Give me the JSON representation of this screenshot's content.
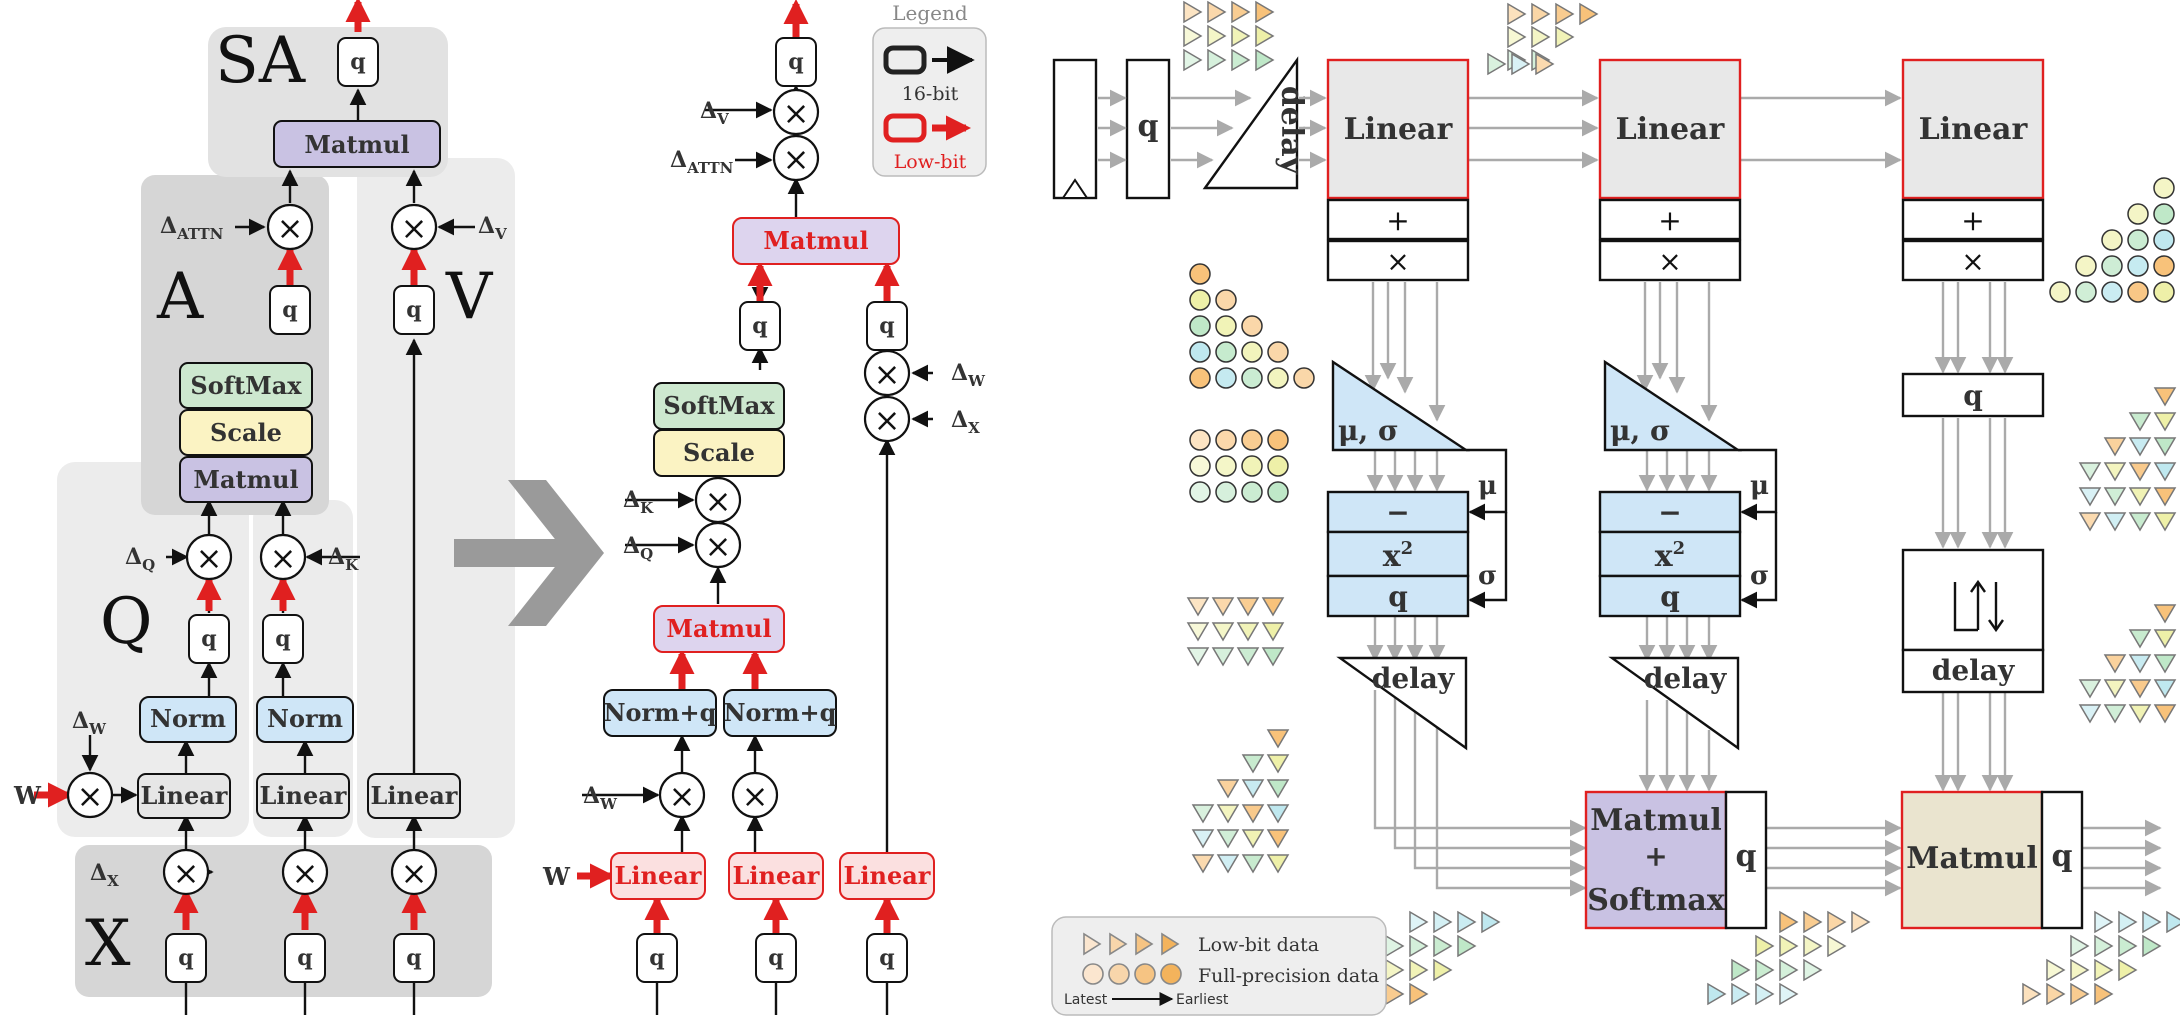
{
  "regions": {
    "sa": "SA",
    "a": "A",
    "q": "Q",
    "v": "V",
    "x": "X"
  },
  "ops": {
    "q": "q",
    "matmul": "Matmul",
    "softmax": "SoftMax",
    "scale": "Scale",
    "norm": "Norm",
    "norm_q": "Norm+q",
    "linear": "Linear",
    "w": "W",
    "mult": "×",
    "plus": "+"
  },
  "deltas": {
    "attn": {
      "base": "Δ",
      "sub": "ATTN"
    },
    "v": {
      "base": "Δ",
      "sub": "V"
    },
    "q": {
      "base": "Δ",
      "sub": "Q"
    },
    "k": {
      "base": "Δ",
      "sub": "K"
    },
    "w": {
      "base": "Δ",
      "sub": "W"
    },
    "x": {
      "base": "Δ",
      "sub": "X"
    }
  },
  "legend": {
    "title": "Legend",
    "bit16": "16-bit",
    "lowbit": "Low-bit"
  },
  "hw": {
    "linear": "Linear",
    "delay": "delay",
    "mu_sigma": "μ, σ",
    "minus": "−",
    "x2_base": "x",
    "x2_sup": "2",
    "mu": "μ",
    "sigma": "σ",
    "q": "q",
    "matmul_softmax": {
      "line1": "Matmul",
      "line2": "+",
      "line3": "Softmax"
    },
    "matmul": "Matmul"
  },
  "hw_legend": {
    "lowbit": "Low-bit data",
    "fullprec": "Full-precision data",
    "latest": "Latest",
    "earliest": "Earliest"
  },
  "colors": {
    "red": "#e02020",
    "matmul": "#c9c2e3",
    "softmax": "#cde8cf",
    "scale": "#fbf3c3",
    "norm": "#cfe6f7",
    "linear": "#e6e6e6",
    "tri_orange": "#f8c27a",
    "tri_yellow": "#eef0a8",
    "tri_green": "#bfe8c8",
    "tri_cyan": "#bfe8ef"
  }
}
